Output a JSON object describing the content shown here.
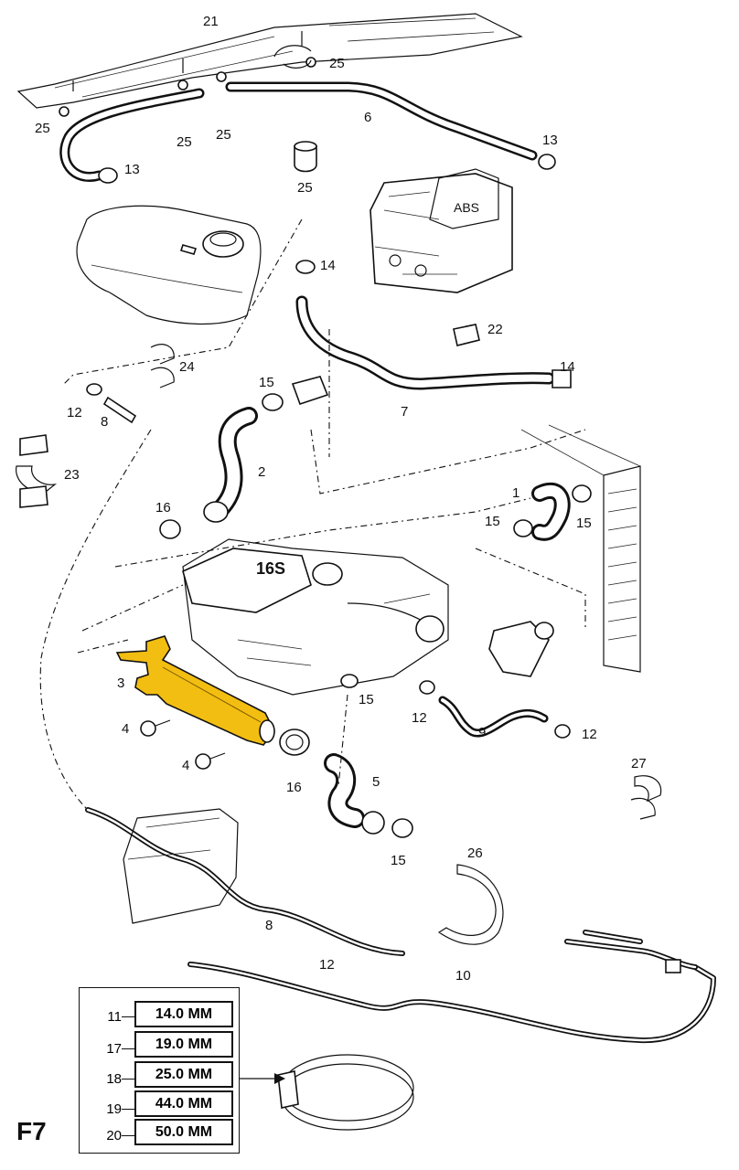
{
  "page_code": "F7",
  "highlight_color": "#F3BE12",
  "callouts": {
    "c21": "21",
    "c25a": "25",
    "c25b": "25",
    "c25c": "25",
    "c25d": "25",
    "c25e": "25",
    "c6": "6",
    "c13a": "13",
    "c13b": "13",
    "c14a": "14",
    "c14b": "14",
    "c24": "24",
    "c22": "22",
    "c12a": "12",
    "c8a": "8",
    "c15a": "15",
    "c7": "7",
    "c23": "23",
    "c2": "2",
    "c16a": "16",
    "c1": "1",
    "c15b": "15",
    "c15c": "15",
    "c3": "3",
    "c4a": "4",
    "c4b": "4",
    "c15d": "15",
    "c12b": "12",
    "c9": "9",
    "c12c": "12",
    "c16b": "16",
    "c5": "5",
    "c27": "27",
    "c15e": "15",
    "c26": "26",
    "c8b": "8",
    "c12d": "12",
    "c10": "10"
  },
  "clamp_sizes": [
    {
      "item": "11",
      "size": "14.0 MM"
    },
    {
      "item": "17",
      "size": "19.0 MM"
    },
    {
      "item": "18",
      "size": "25.0 MM"
    },
    {
      "item": "19",
      "size": "44.0 MM"
    },
    {
      "item": "20",
      "size": "50.0 MM"
    }
  ],
  "abs_label": "ABS",
  "engine_label": "16S"
}
